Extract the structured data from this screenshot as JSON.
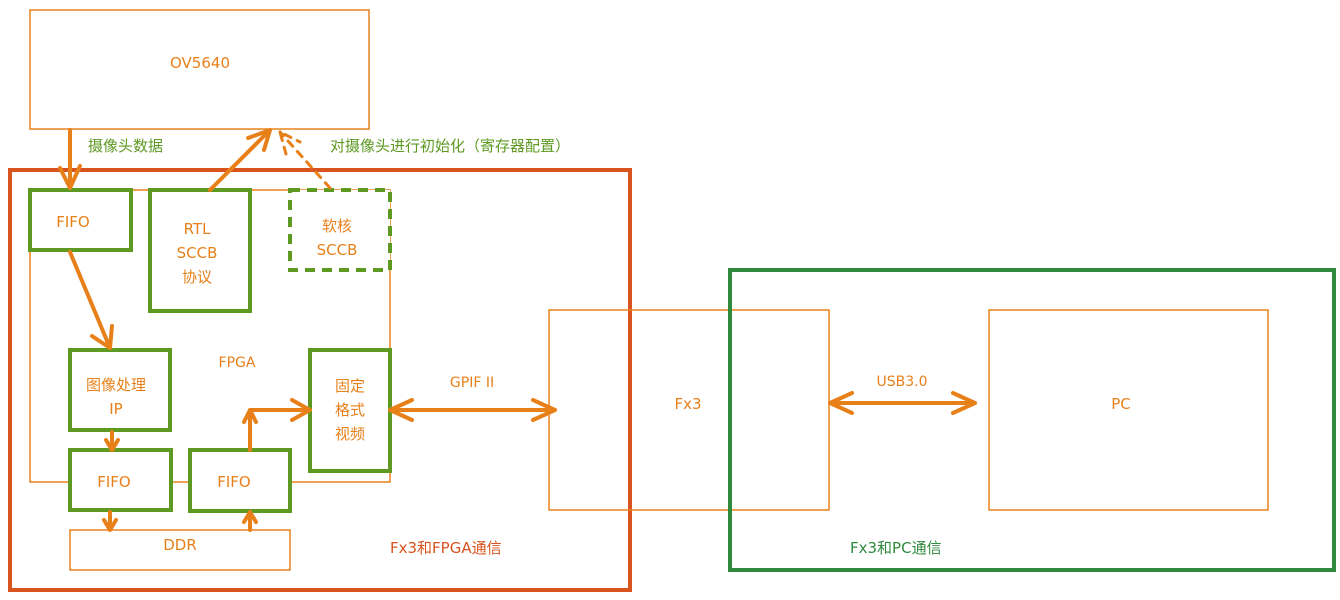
{
  "diagram": {
    "colors": {
      "orange": "#e8801a",
      "green_block": "#5e9a22",
      "red_frame": "#d9531e",
      "green_frame": "#2f8a3e"
    },
    "nodes": {
      "ov5640": "OV5640",
      "fifo_in": "FIFO",
      "rtl_sccb": [
        "RTL",
        "SCCB",
        "协议"
      ],
      "soft_sccb": [
        "软核",
        "SCCB"
      ],
      "fpga": "FPGA",
      "image_ip": [
        "图像处理",
        "IP"
      ],
      "fixed_video": [
        "固定",
        "格式",
        "视频"
      ],
      "fifo_left": "FIFO",
      "fifo_right": "FIFO",
      "ddr": "DDR",
      "fx3": "Fx3",
      "pc": "PC"
    },
    "edge_labels": {
      "camera_data": "摄像头数据",
      "camera_init": "对摄像头进行初始化（寄存器配置）",
      "gpif": "GPIF II",
      "usb": "USB3.0"
    },
    "groups": {
      "fx3_fpga": "Fx3和FPGA通信",
      "fx3_pc": "Fx3和PC通信"
    }
  }
}
